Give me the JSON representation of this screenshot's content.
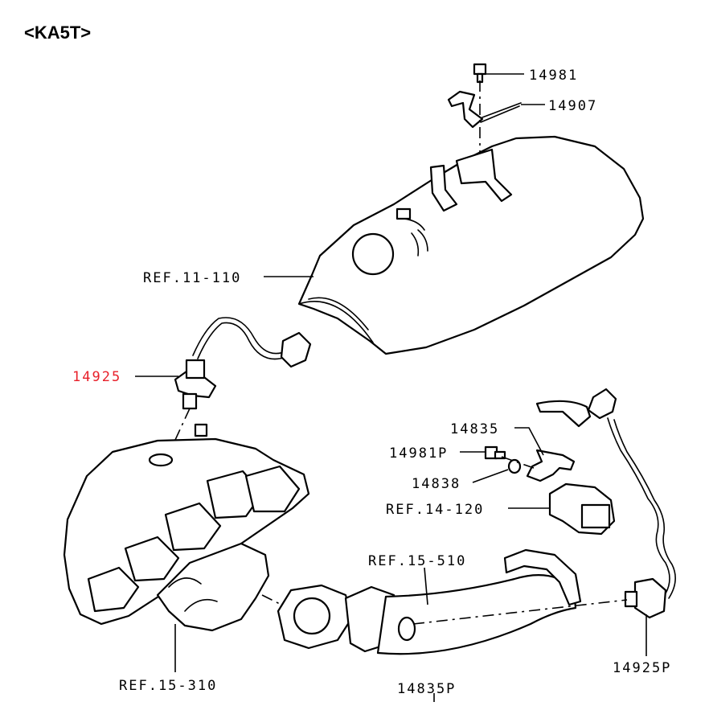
{
  "title": "<KA5T>",
  "colors": {
    "line": "#000000",
    "highlight": "#e8202a",
    "background": "#ffffff"
  },
  "labels": {
    "p14981": "14981",
    "p14907": "14907",
    "ref11_110": "REF.11-110",
    "p14925": "14925",
    "p14835": "14835",
    "p14981p": "14981P",
    "p14838": "14838",
    "ref14_120": "REF.14-120",
    "ref15_510": "REF.15-510",
    "ref15_310": "REF.15-310",
    "p14835p": "14835P",
    "p14925p": "14925P"
  }
}
